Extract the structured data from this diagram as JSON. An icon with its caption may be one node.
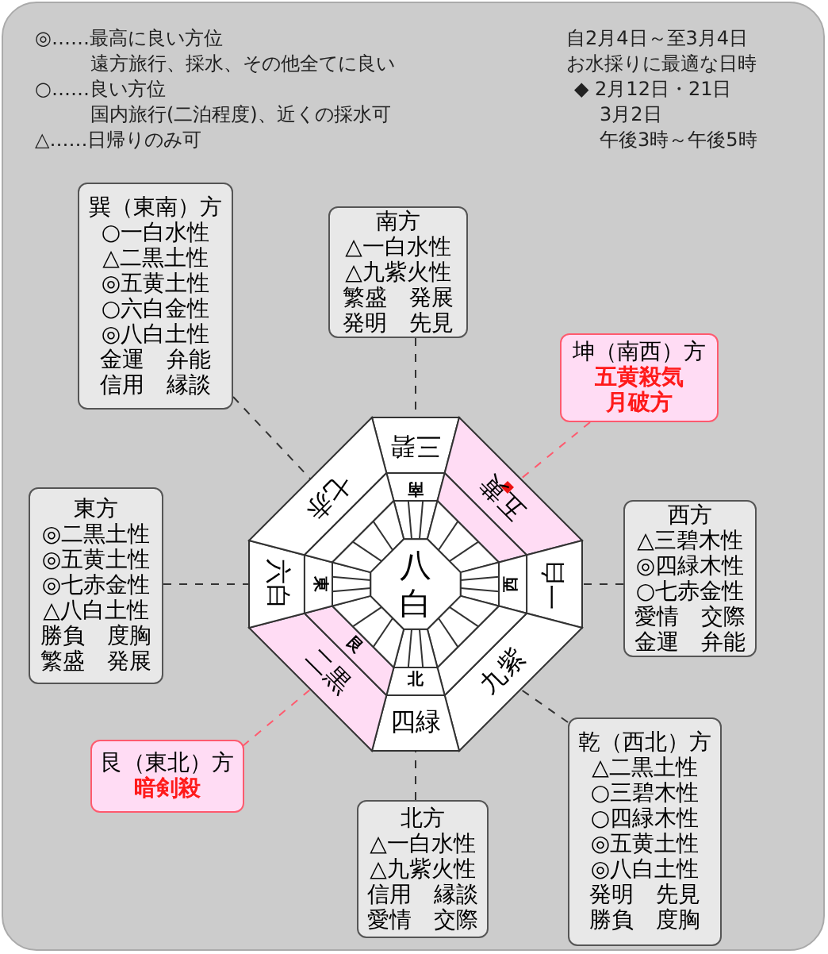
{
  "diagram": {
    "nodes": [
      {
        "text": [
          "巽（東南）方",
          "○一白水性",
          "△二黒土性",
          "◎五黄土性",
          "○六白金性",
          "◎八白土性",
          "金運　弁能",
          "信用　縁談"
        ]
      },
      {
        "text": [
          "南方",
          "△一白水性",
          "△九紫火性",
          "繁盛　発展",
          "発明　先見"
        ]
      },
      {
        "text": [
          "坤（南西）方",
          "五黄殺気",
          "月破方"
        ]
      },
      {
        "text": [
          "三碧"
        ]
      },
      {
        "text": [
          "五黄"
        ]
      },
      {
        "text": [
          "一白"
        ]
      },
      {
        "text": [
          "九紫"
        ]
      },
      {
        "text": [
          "四緑"
        ]
      },
      {
        "text": [
          "二黒"
        ]
      },
      {
        "text": [
          "六白"
        ]
      },
      {
        "text": [
          "七赤"
        ]
      },
      {
        "text": [
          "八白"
        ]
      },
      {
        "text": [
          "東方",
          "◎二黒土性",
          "◎五黄土性",
          "◎七赤金性",
          "△八白土性",
          "勝負　度胸",
          "繁盛　発展"
        ]
      },
      {
        "text": [
          "西方",
          "△三碧木性",
          "◎四緑木性",
          "○七赤金性",
          "愛情　交際",
          "金運　弁能"
        ]
      },
      {
        "text": [
          "艮（東北）方",
          "暗剣殺"
        ]
      },
      {
        "text": [
          "北方",
          "△一白水性",
          "△九紫火性",
          "信用　縁談",
          "愛情　交際"
        ]
      },
      {
        "text": [
          "乾（西北）方",
          "△二黒土性",
          "○三碧木性",
          "○四緑木性",
          "◎五黄土性",
          "◎八白土性",
          "発明　先見",
          "勝負　度胸"
        ]
      }
    ],
    "edges": [
      {
        "from": 0,
        "to": 10,
        "arrow": "none",
        "style": "dashed"
      },
      {
        "from": 1,
        "to": 3,
        "arrow": "none",
        "style": "dashed"
      },
      {
        "from": 2,
        "to": 4,
        "arrow": "none",
        "style": "dashed",
        "color": "#ff5a6e"
      },
      {
        "from": 12,
        "to": 9,
        "arrow": "none",
        "style": "dashed"
      },
      {
        "from": 13,
        "to": 5,
        "arrow": "none",
        "style": "dashed"
      },
      {
        "from": 14,
        "to": 8,
        "arrow": "none",
        "style": "dashed",
        "color": "#ff5a6e"
      },
      {
        "from": 15,
        "to": 7,
        "arrow": "none",
        "style": "dashed"
      },
      {
        "from": 16,
        "to": 6,
        "arrow": "none",
        "style": "dashed"
      }
    ],
    "labels": [
      "◎……最高に良い方位",
      "遠方旅行、採水、その他全てに良い",
      "○……良い方位",
      "国内旅行(二泊程度)、近くの採水可",
      "△……日帰りのみ可",
      "自2月4日～至3月4日",
      "お水採りに最適な日時",
      "◆ 2月12日・21日",
      "3月2日",
      "午後3時～午後5時",
      "南",
      "西",
      "北",
      "東",
      "艮"
    ]
  }
}
